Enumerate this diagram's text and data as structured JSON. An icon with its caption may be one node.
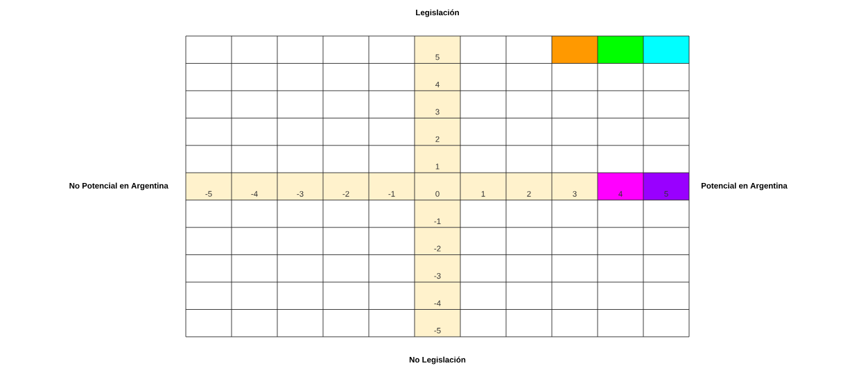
{
  "diagram": {
    "labels": [
      "Legislación",
      "5",
      "4",
      "3",
      "2",
      "1",
      "No Potencial en Argentina",
      "-5",
      "-4",
      "-3",
      "-2",
      "-1",
      "0",
      "1",
      "2",
      "3",
      "4",
      "5",
      "Potencial en Argentina",
      "-1",
      "-2",
      "-3",
      "-4",
      "-5",
      "No Legislación"
    ]
  }
}
